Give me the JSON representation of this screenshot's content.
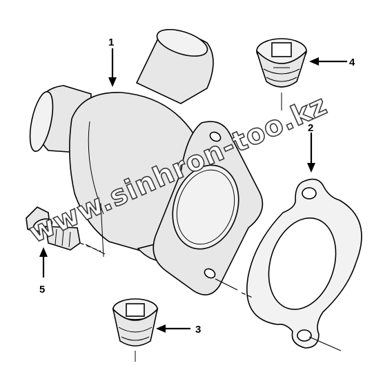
{
  "callouts": {
    "part_1": "1",
    "part_2": "2",
    "part_3": "3",
    "part_4": "4",
    "part_5": "5"
  },
  "watermark": "www.sinhron-too.kz",
  "colors": {
    "line": "#000000",
    "shade": "#e7e7e7",
    "background": "#ffffff"
  }
}
